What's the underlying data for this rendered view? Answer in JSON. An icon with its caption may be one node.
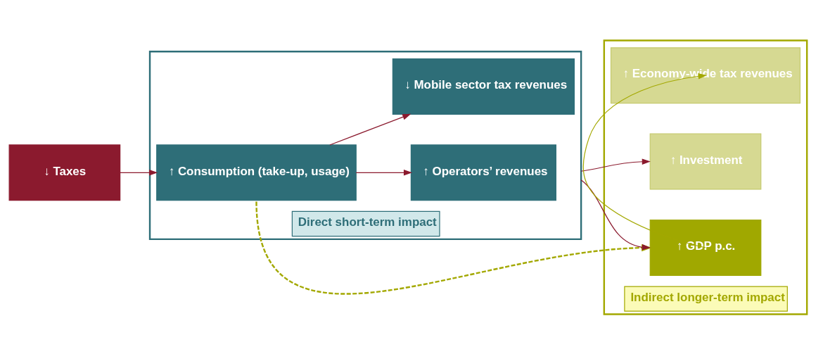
{
  "diagram": {
    "nodes": [
      {
        "text": [
          "↓ Taxes"
        ]
      },
      {
        "text": [
          "Direct short-term impact"
        ]
      },
      {
        "text": [
          "↑ Consumption (take-up, usage)"
        ],
        "in": 1
      },
      {
        "text": [
          "↑ Operators’ revenues"
        ],
        "in": 1
      },
      {
        "text": [
          "↓ Mobile sector tax revenues"
        ],
        "in": 1
      },
      {
        "text": [
          "Indirect longer-term impact"
        ]
      },
      {
        "text": [
          "↑ Investment"
        ],
        "in": 5
      },
      {
        "text": [
          "↑ Economy-wide tax revenues"
        ],
        "in": 5
      },
      {
        "text": [
          "↑ GDP p.c."
        ],
        "in": 5
      }
    ],
    "edges": [
      {
        "from": 0,
        "to": 2,
        "arrow": "to"
      },
      {
        "from": 2,
        "to": 3,
        "arrow": "to"
      },
      {
        "from": 2,
        "to": 4,
        "arrow": "to"
      },
      {
        "from": 1,
        "to": 6,
        "arrow": "to"
      },
      {
        "from": 1,
        "to": 8,
        "arrow": "to"
      },
      {
        "from": 2,
        "to": 8,
        "arrow": "to",
        "style": "dashed",
        "color": "#a3a800"
      },
      {
        "from": 8,
        "to": 7,
        "arrow": "to",
        "color": "#a3a800"
      }
    ]
  }
}
